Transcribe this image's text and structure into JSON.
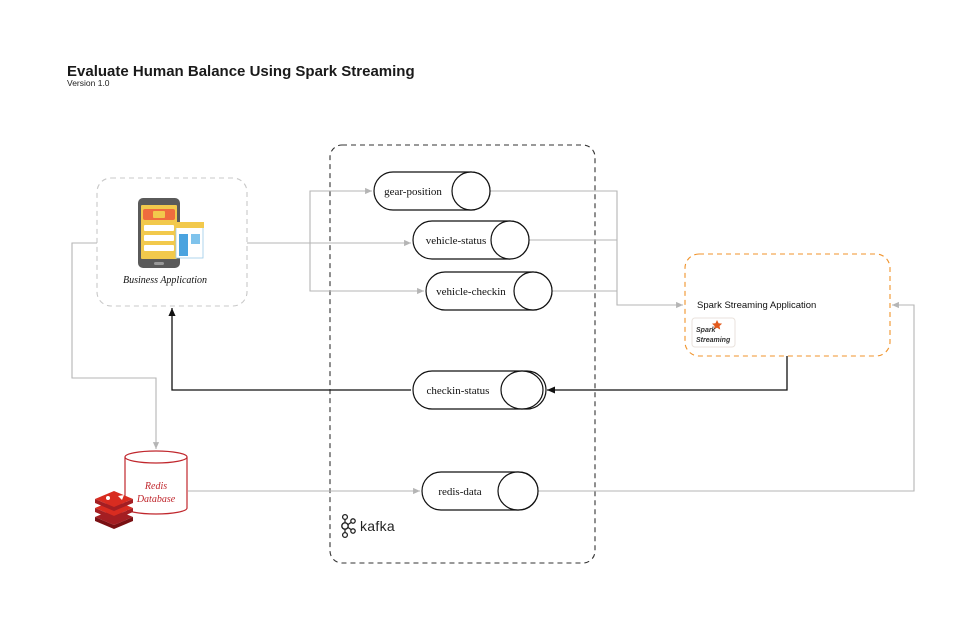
{
  "header": {
    "title": "Evaluate Human Balance Using Spark Streaming",
    "version": "Version 1.0"
  },
  "nodes": {
    "business_app": {
      "label": "Business Application",
      "icon": "mobile-shop-icon"
    },
    "spark_app": {
      "label": "Spark Streaming Application",
      "logo_line1": "Spark",
      "logo_line2": "Streaming",
      "icon": "spark-streaming-logo"
    },
    "redis_db": {
      "label_line1": "Redis",
      "label_line2": "Database",
      "icon": "redis-logo"
    },
    "kafka": {
      "label": "kafka",
      "icon": "kafka-logo"
    }
  },
  "topics": [
    {
      "id": "gear-position",
      "label": "gear-position"
    },
    {
      "id": "vehicle-status",
      "label": "vehicle-status"
    },
    {
      "id": "vehicle-checkin",
      "label": "vehicle-checkin"
    },
    {
      "id": "checkin-status",
      "label": "checkin-status"
    },
    {
      "id": "redis-data",
      "label": "redis-data"
    }
  ],
  "colors": {
    "spark_border": "#f0932b",
    "redis_red": "#c0272d",
    "connector_gray": "#b5b5b5",
    "connector_black": "#111111"
  }
}
